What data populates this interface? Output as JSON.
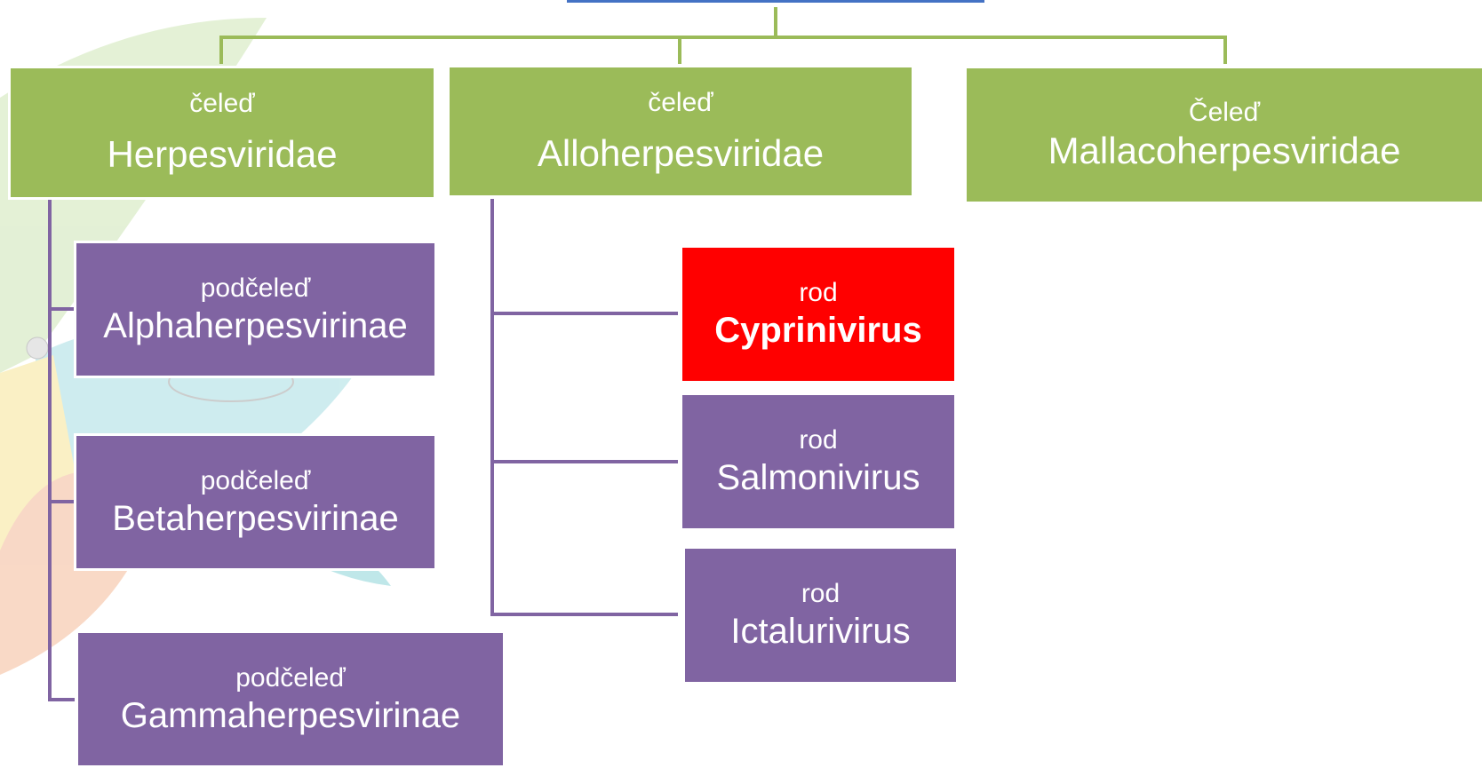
{
  "colors": {
    "family_box": "#9bbb59",
    "subfamily_box": "#8064a2",
    "highlight_box": "#ff0000",
    "connector_green": "#9bbb59",
    "connector_purple": "#8064a2",
    "top_bar": "#4472c4"
  },
  "families": [
    {
      "rank": "čeleď",
      "name": "Herpesviridae"
    },
    {
      "rank": "čeleď",
      "name": "Alloherpesviridae"
    },
    {
      "rank": "Čeleď",
      "name": "Mallacoherpesviridae"
    }
  ],
  "subfamilies": [
    {
      "rank": "podčeleď",
      "name": "Alphaherpesvirinae"
    },
    {
      "rank": "podčeleď",
      "name": "Betaherpesvirinae"
    },
    {
      "rank": "podčeleď",
      "name": "Gammaherpesvirinae"
    }
  ],
  "genera": [
    {
      "rank": "rod",
      "name": "Cyprinivirus",
      "highlighted": true
    },
    {
      "rank": "rod",
      "name": "Salmonivirus",
      "highlighted": false
    },
    {
      "rank": "rod",
      "name": "Ictalurivirus",
      "highlighted": false
    }
  ]
}
